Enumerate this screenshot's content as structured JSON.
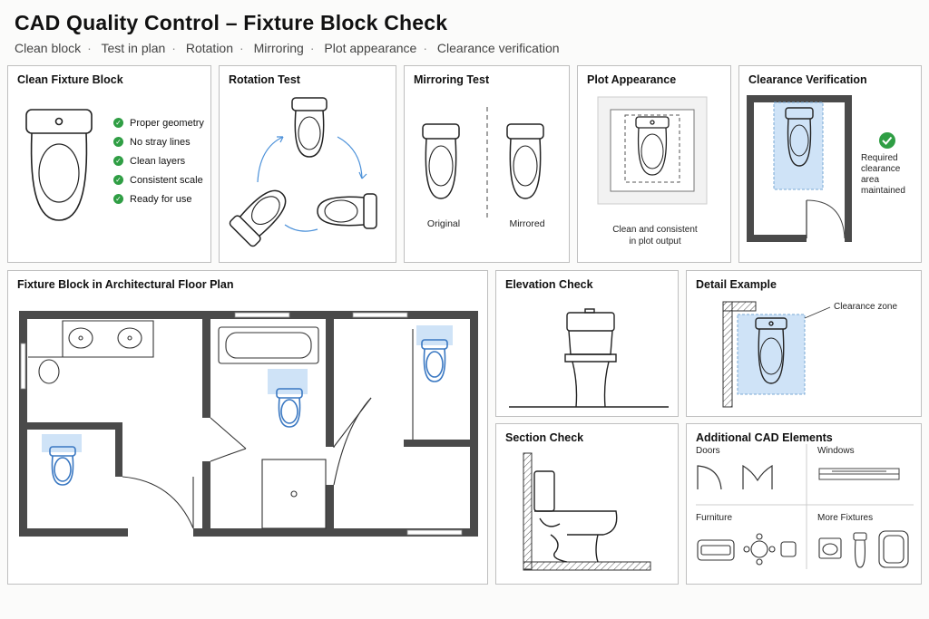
{
  "header": {
    "title": "CAD Quality Control – Fixture Block Check",
    "subtitle_items": [
      "Clean block",
      "Test in plan",
      "Rotation",
      "Mirroring",
      "Plot appearance",
      "Clearance verification"
    ]
  },
  "panels": {
    "clean": {
      "title": "Clean Fixture Block",
      "checks": [
        "Proper geometry",
        "No stray lines",
        "Clean layers",
        "Consistent scale",
        "Ready for use"
      ]
    },
    "rotation": {
      "title": "Rotation Test"
    },
    "mirroring": {
      "title": "Mirroring Test",
      "original_label": "Original",
      "mirrored_label": "Mirrored"
    },
    "plot": {
      "title": "Plot Appearance",
      "caption_line1": "Clean and consistent",
      "caption_line2": "in plot output"
    },
    "clearance": {
      "title": "Clearance Verification",
      "note_line1": "Required",
      "note_line2": "clearance area",
      "note_line3": "maintained"
    },
    "floorplan": {
      "title": "Fixture Block in Architectural Floor Plan"
    },
    "elevation": {
      "title": "Elevation Check"
    },
    "section": {
      "title": "Section Check"
    },
    "detail": {
      "title": "Detail Example",
      "callout": "Clearance zone"
    },
    "additional": {
      "title": "Additional CAD Elements",
      "doors": "Doors",
      "windows": "Windows",
      "furniture": "Furniture",
      "more": "More Fixtures"
    }
  },
  "colors": {
    "check_green": "#2f9e44",
    "highlight_blue": "#cfe3f7",
    "fixture_blue": "#3a78c2",
    "wall_dark": "#4a4a4a"
  }
}
